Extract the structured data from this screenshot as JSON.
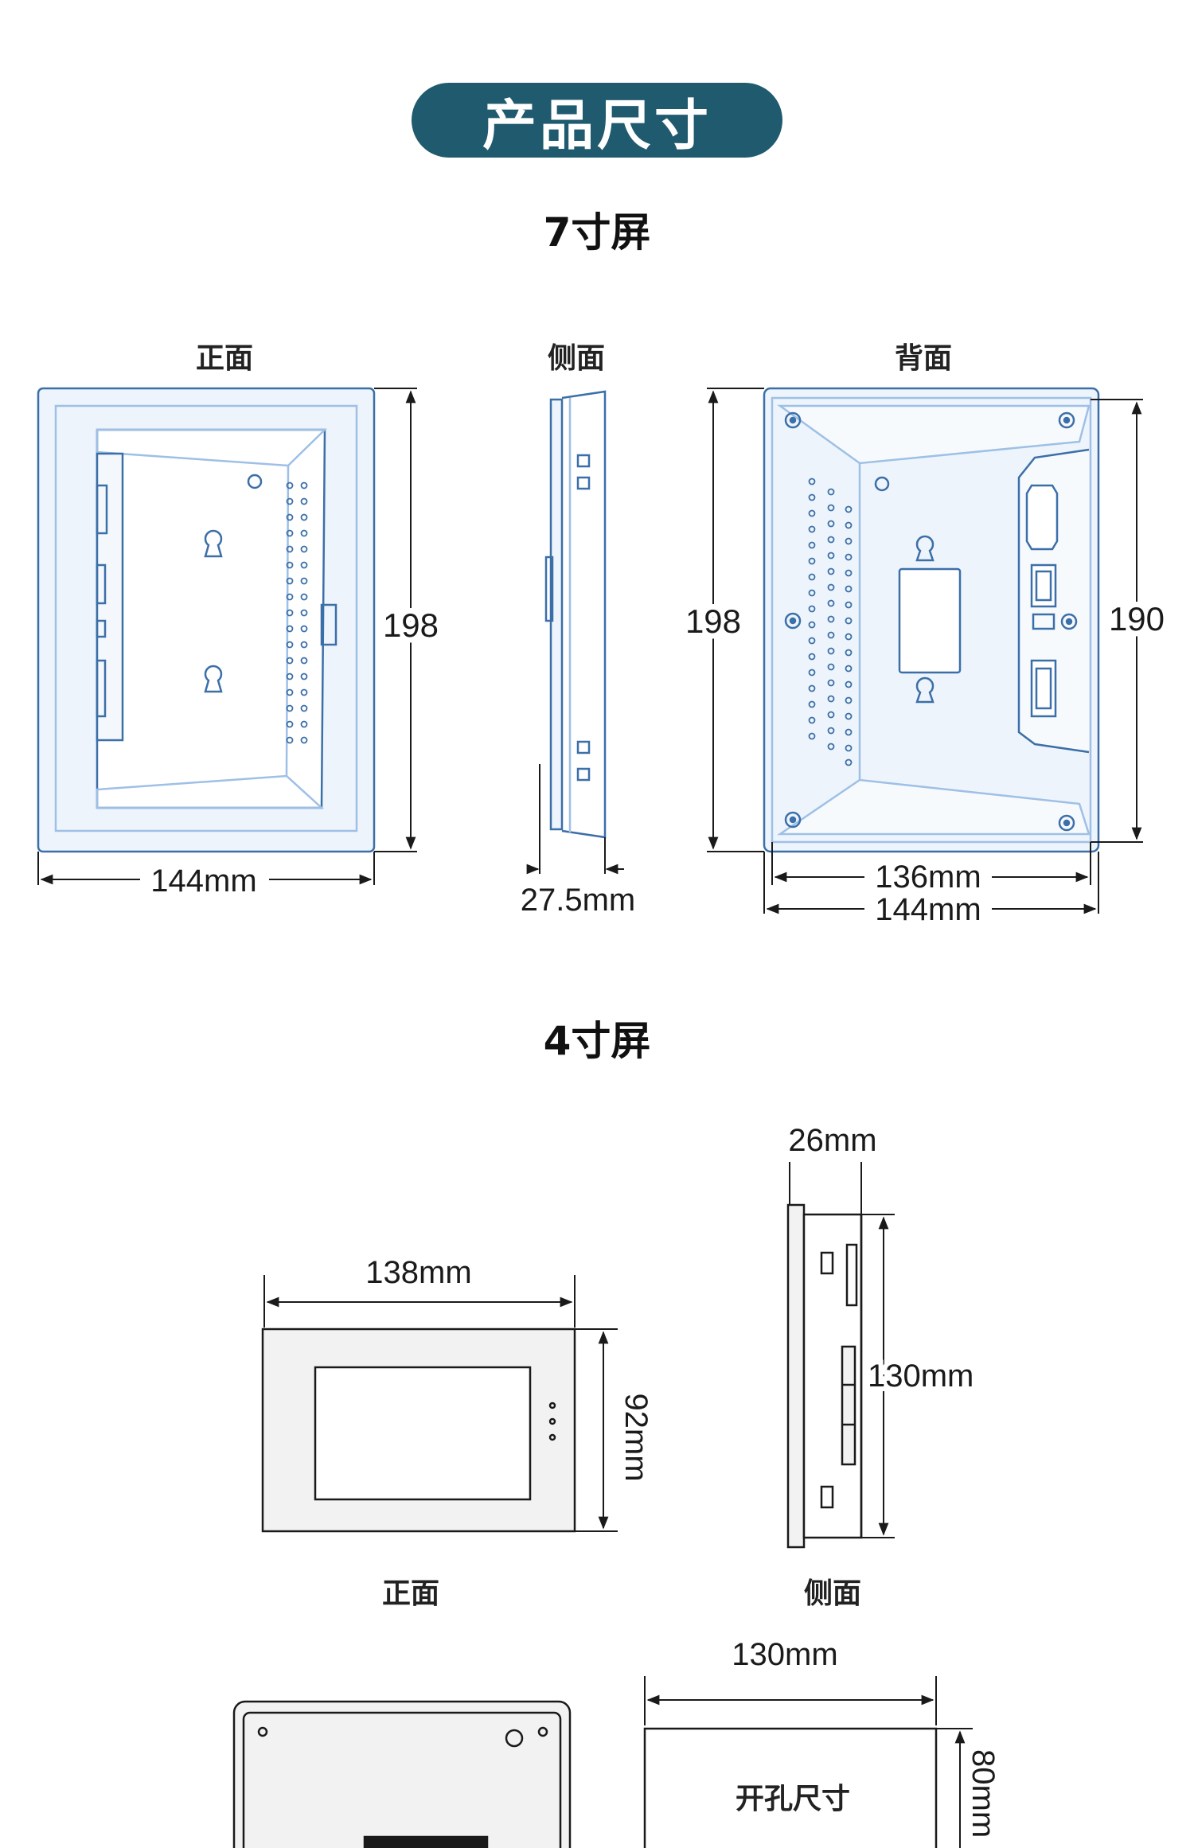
{
  "header": {
    "title": "产品尺寸"
  },
  "section7": {
    "title": "7寸屏",
    "labels": {
      "front": "正面",
      "side": "侧面",
      "back": "背面"
    },
    "dims": {
      "front_height": "198",
      "front_width": "144mm",
      "side_depth": "27.5mm",
      "back_height_outer": "198",
      "back_height_inner": "190",
      "back_width_inner": "136mm",
      "back_width_outer": "144mm"
    }
  },
  "section4": {
    "title": "4寸屏",
    "labels": {
      "front": "正面",
      "side": "侧面",
      "cutout": "开孔尺寸"
    },
    "dims": {
      "front_width": "138mm",
      "front_height": "92mm",
      "side_depth": "26mm",
      "side_height": "130mm",
      "cutout_width": "130mm",
      "cutout_height": "80mm"
    }
  },
  "colors": {
    "accent": "#1f5a6e",
    "line": "#3b6fa8",
    "line_light": "#9ec0e6",
    "ink": "#1a1a1a"
  }
}
